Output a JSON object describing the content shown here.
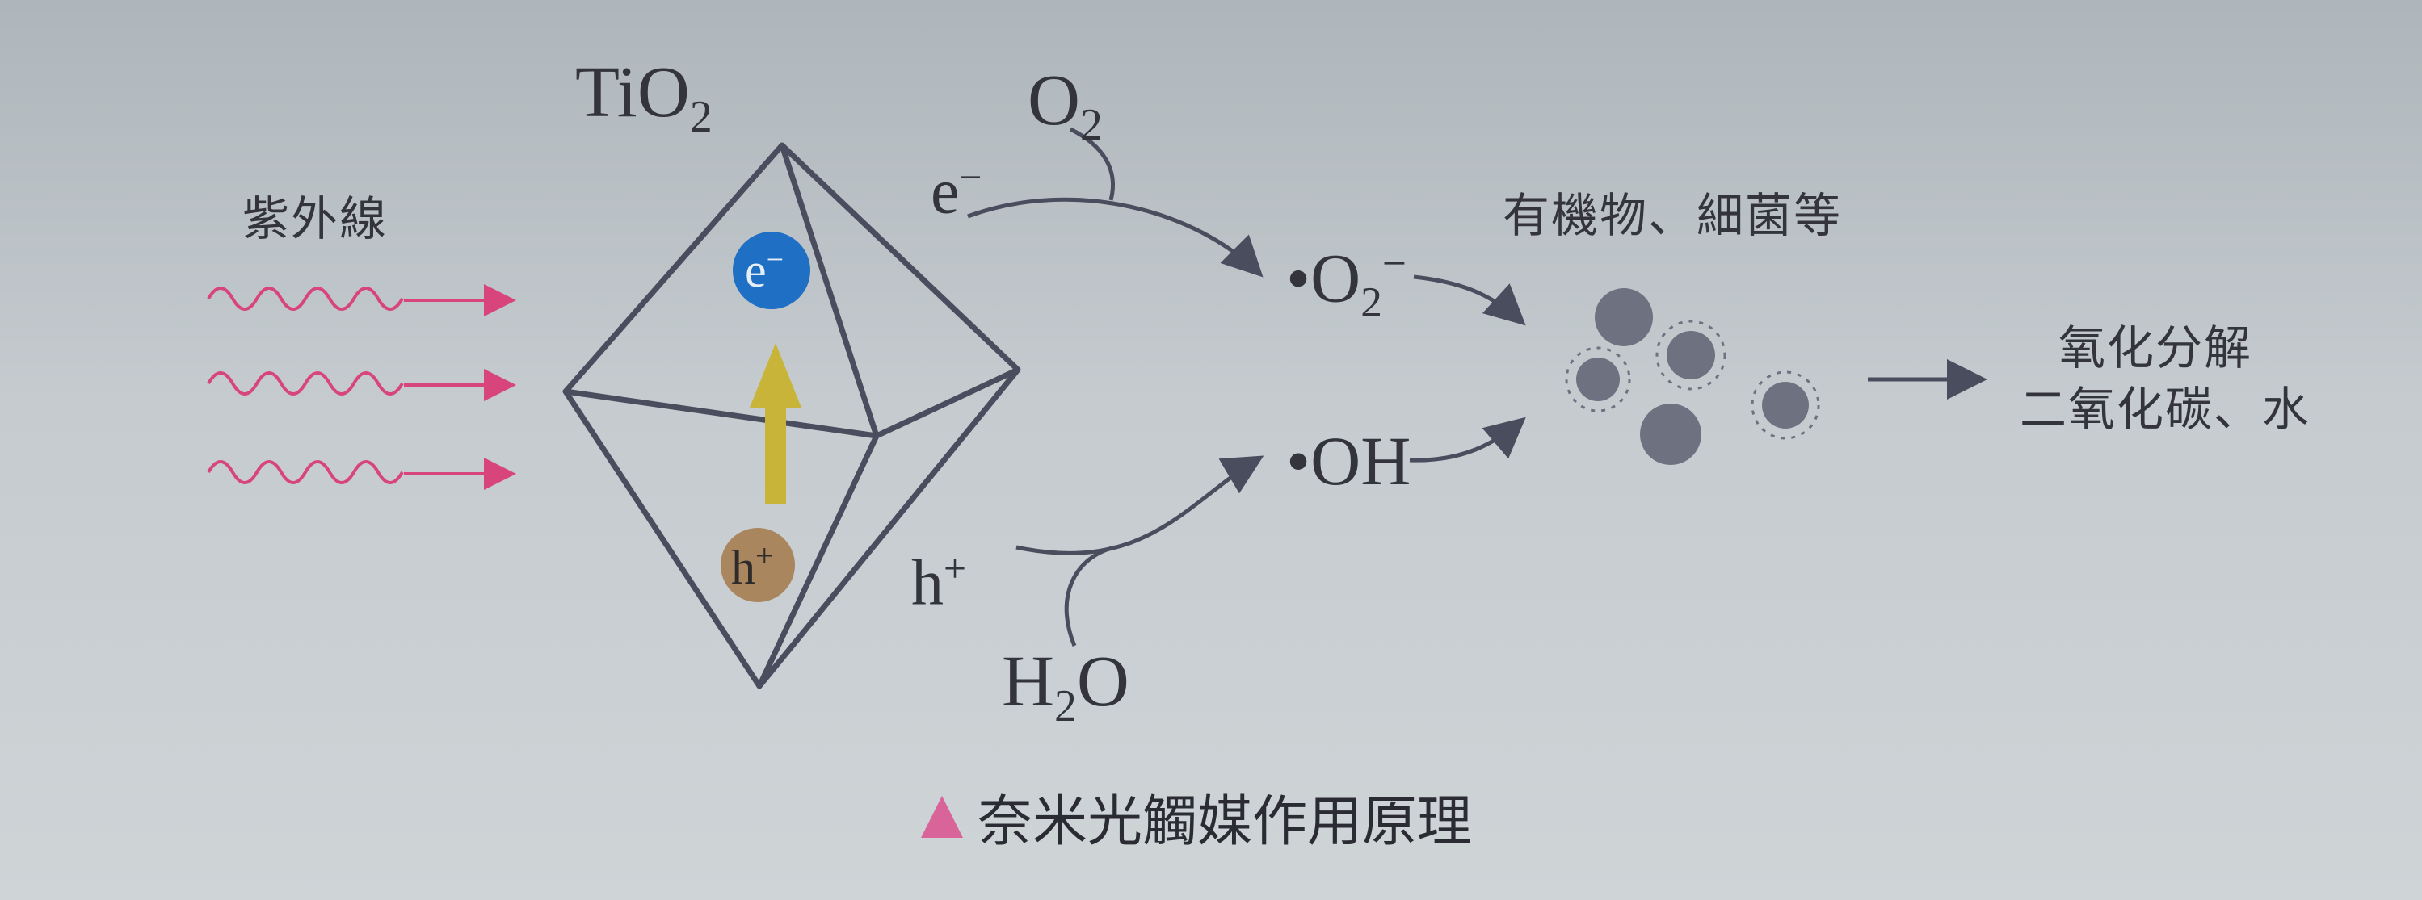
{
  "labels": {
    "uv": "紫外線",
    "tio2_main": "TiO",
    "tio2_sub": "2",
    "electron_ball": "e",
    "electron_ball_sup": "−",
    "hole_ball": "h",
    "hole_ball_sup": "+",
    "e_minus": "e",
    "e_minus_sup": "−",
    "h_plus": "h",
    "h_plus_sup": "+",
    "o2_main": "O",
    "o2_sub": "2",
    "superoxide_prefix": "•O",
    "superoxide_sub": "2",
    "superoxide_sup": "−",
    "hydroxyl": "•OH",
    "h2o_h": "H",
    "h2o_sub": "2",
    "h2o_o": "O",
    "targets": "有機物、細菌等",
    "product_line1": "氧化分解",
    "product_line2": "二氧化碳、水",
    "caption": "奈米光觸媒作用原理"
  },
  "colors": {
    "uv_wave": "#d8457a",
    "line": "#4a4d5e",
    "electron": "#1f6fc4",
    "hole": "#a9865e",
    "excitation_arrow": "#c9b43a",
    "caption_marker": "#d8649a",
    "particle": "#6e7280"
  },
  "icons": {
    "caption_marker": "triangle-marker-icon"
  }
}
